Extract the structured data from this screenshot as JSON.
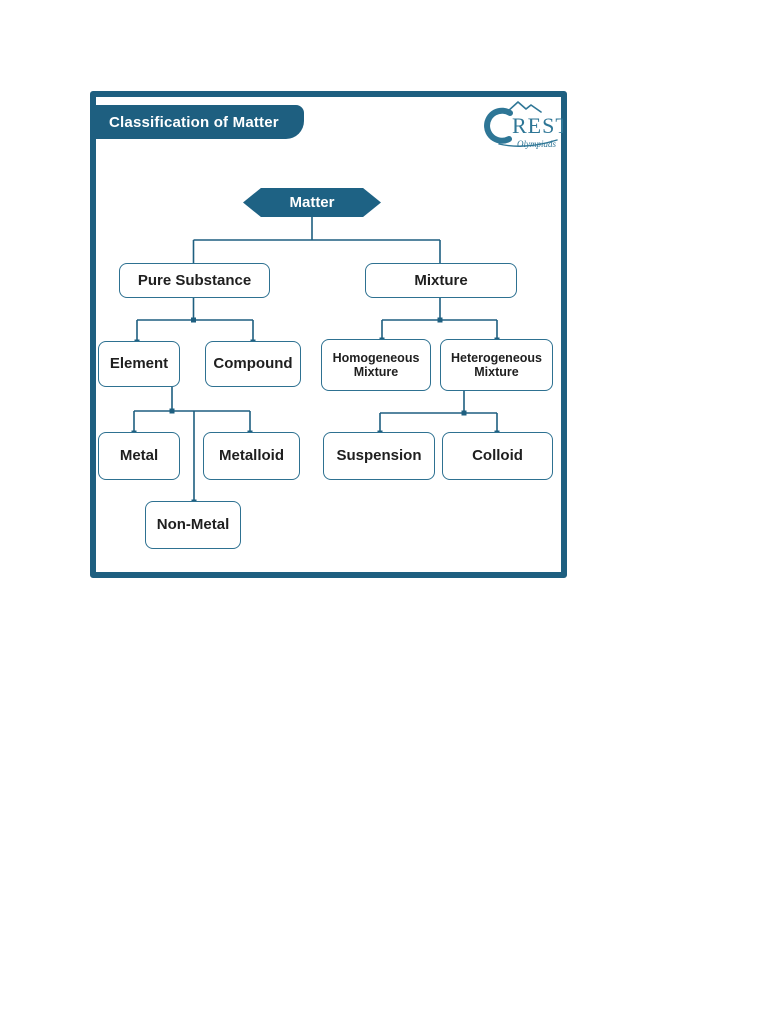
{
  "header": {
    "title": "Classification of Matter",
    "banner_color": "#1e5f80",
    "title_color": "#ffffff"
  },
  "logo": {
    "brand_initial": "C",
    "brand_rest": "REST",
    "tagline": "Olympiads",
    "color": "#2e7696"
  },
  "diagram": {
    "line_color": "#1e5f80",
    "node_border_color": "#2e7191",
    "node_text_color": "#1f1f1f",
    "root": {
      "id": "matter",
      "label": "Matter",
      "shape": "hexagon",
      "fill": "#1e6284",
      "text_color": "#ffffff"
    },
    "nodes": [
      {
        "id": "pure-substance",
        "label": "Pure Substance",
        "parent": "matter"
      },
      {
        "id": "mixture",
        "label": "Mixture",
        "parent": "matter"
      },
      {
        "id": "element",
        "label": "Element",
        "parent": "pure-substance"
      },
      {
        "id": "compound",
        "label": "Compound",
        "parent": "pure-substance"
      },
      {
        "id": "homogeneous-mixture",
        "label": "Homogeneous Mixture",
        "parent": "mixture"
      },
      {
        "id": "heterogeneous-mixture",
        "label": "Heterogeneous Mixture",
        "parent": "mixture"
      },
      {
        "id": "metal",
        "label": "Metal",
        "parent": "element"
      },
      {
        "id": "metalloid",
        "label": "Metalloid",
        "parent": "element"
      },
      {
        "id": "non-metal",
        "label": "Non-Metal",
        "parent": "element"
      },
      {
        "id": "suspension",
        "label": "Suspension",
        "parent": "heterogeneous-mixture"
      },
      {
        "id": "colloid",
        "label": "Colloid",
        "parent": "heterogeneous-mixture"
      }
    ]
  }
}
